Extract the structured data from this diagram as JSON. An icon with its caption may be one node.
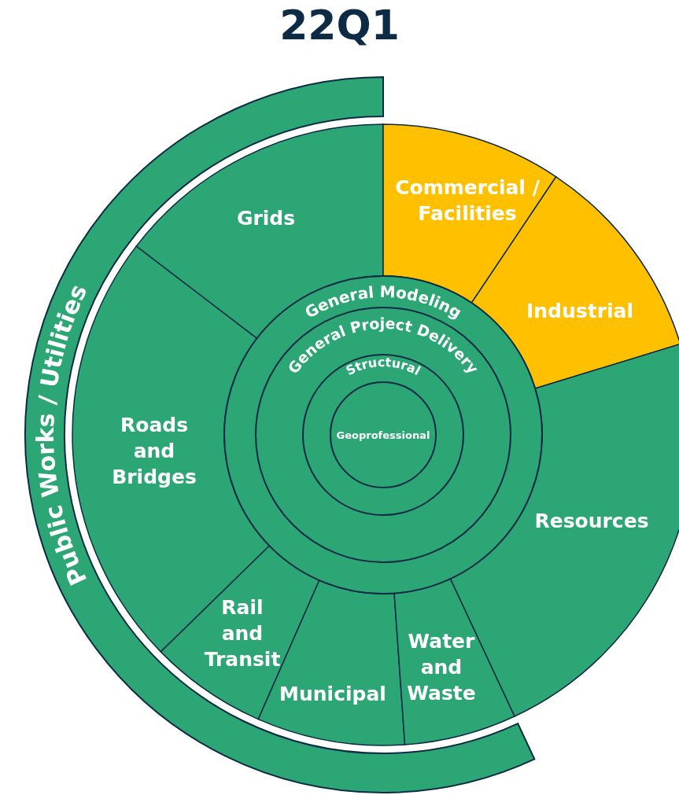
{
  "diagram": {
    "title": "22Q1",
    "nodes": [
      {
        "text": [
          "Public Works / Utilities"
        ]
      },
      {
        "text": [
          "Grids"
        ]
      },
      {
        "text": [
          "Commercial / Facilities"
        ]
      },
      {
        "text": [
          "Industrial"
        ]
      },
      {
        "text": [
          "Roads and Bridges"
        ]
      },
      {
        "text": [
          "General Modeling"
        ]
      },
      {
        "text": [
          "General Project Delivery"
        ],
        "in": 5
      },
      {
        "text": [
          "Structural"
        ],
        "in": 6
      },
      {
        "text": [
          "Geoprofessional"
        ],
        "in": 7
      },
      {
        "text": [
          "Resources"
        ]
      },
      {
        "text": [
          "Rail and Transit"
        ]
      },
      {
        "text": [
          "Municipal"
        ]
      },
      {
        "text": [
          "Water and Waste"
        ]
      }
    ]
  }
}
